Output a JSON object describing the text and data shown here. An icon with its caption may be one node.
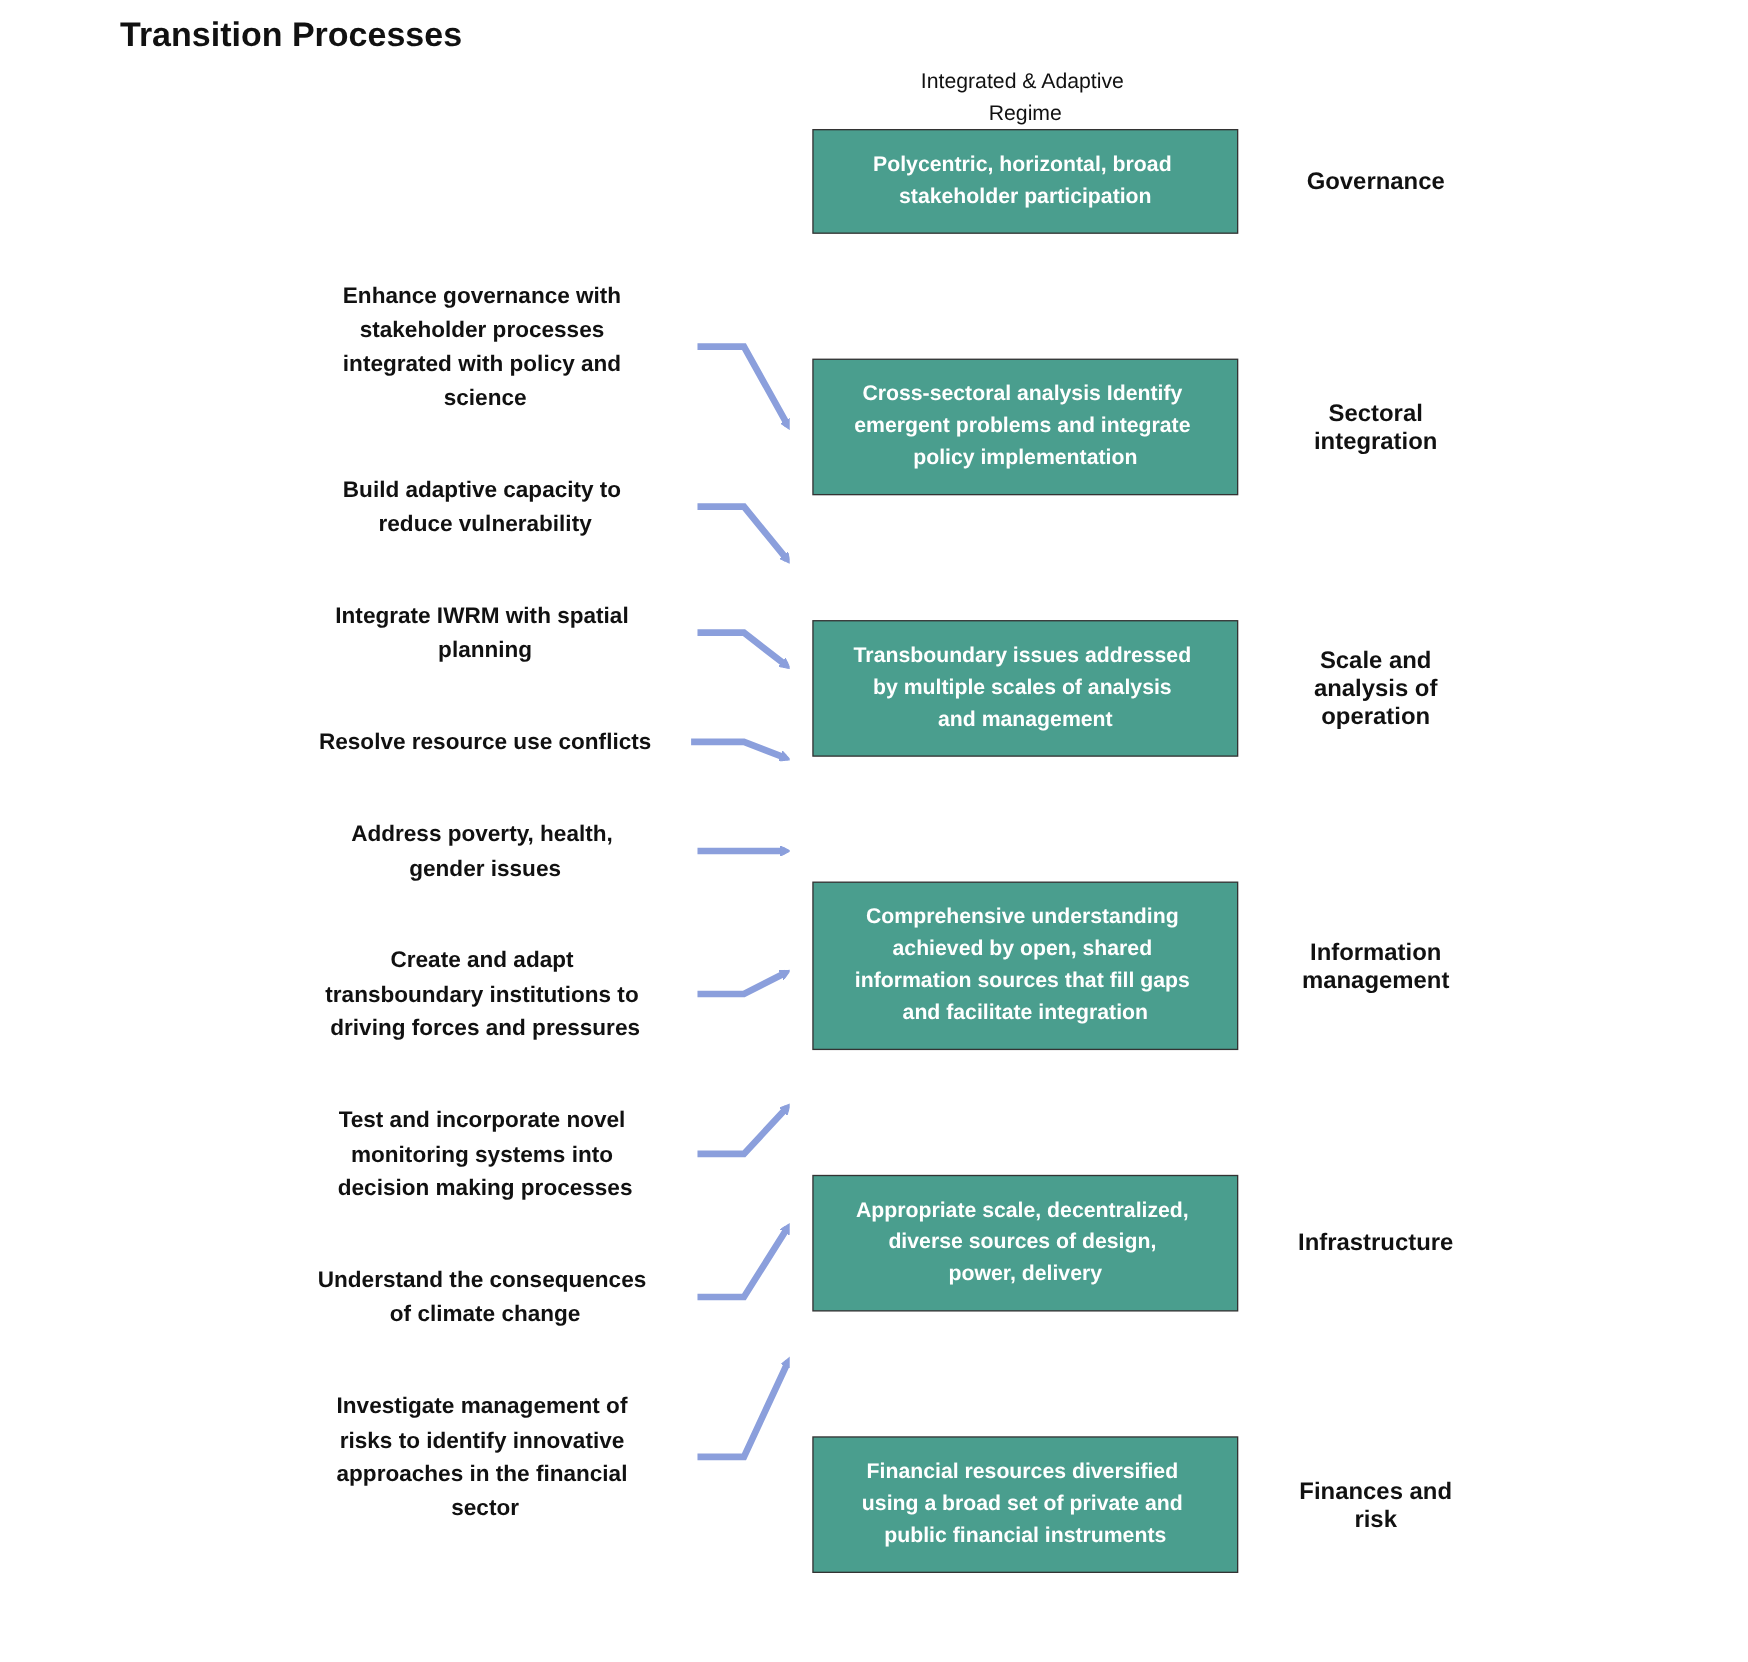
{
  "diagram": {
    "nodes": [
      {
        "text": [
          "Enhance governance with stakeholder processes integrated with policy and science"
        ]
      },
      {
        "text": [
          "Build adaptive capacity to reduce vulnerability"
        ]
      },
      {
        "text": [
          "Integrate IWRM with spatial planning"
        ]
      },
      {
        "text": [
          "Resolve resource use conflicts"
        ]
      },
      {
        "text": [
          "Address poverty, health, gender issues"
        ]
      },
      {
        "text": [
          "Create and adapt transboundary institutions to driving forces and pressures"
        ]
      },
      {
        "text": [
          "Test and incorporate novel monitoring systems into decision making processes"
        ]
      },
      {
        "text": [
          "Understand the consequences of climate change"
        ]
      },
      {
        "text": [
          "Investigate management of risks to identify innovative approaches in the financial sector"
        ]
      },
      {
        "text": [
          "Integrated & Adaptive Regime"
        ]
      },
      {
        "text": [
          "Polycentric, horizontal, broad stakeholder participation"
        ],
        "in": 9,
        "beside": [
          "Governance"
        ]
      },
      {
        "text": [
          "Cross-sectoral analysis Identify emergent problems and integrate policy implementation"
        ],
        "in": 9,
        "beside": [
          "Sectoral integration"
        ]
      },
      {
        "text": [
          "Transboundary issues addressed by multiple scales of analysis and management"
        ],
        "in": 9,
        "beside": [
          "Scale and analysis of operation"
        ]
      },
      {
        "text": [
          "Comprehensive understanding achieved by open, shared information sources that fill gaps and facilitate integration"
        ],
        "in": 9,
        "beside": [
          "Information management"
        ]
      },
      {
        "text": [
          "Appropriate scale, decentralized, diverse sources of design, power, delivery"
        ],
        "in": 9,
        "beside": [
          "Infrastructure"
        ]
      },
      {
        "text": [
          "Financial resources diversified using a broad set of private and public financial instruments"
        ],
        "in": 9,
        "beside": [
          "Finances and risk"
        ]
      }
    ],
    "edges": [
      {
        "from": 0,
        "to": 9,
        "arrow": "to"
      },
      {
        "from": 1,
        "to": 9,
        "arrow": "to"
      },
      {
        "from": 2,
        "to": 9,
        "arrow": "to"
      },
      {
        "from": 3,
        "to": 9,
        "arrow": "to"
      },
      {
        "from": 4,
        "to": 9,
        "arrow": "to"
      },
      {
        "from": 5,
        "to": 9,
        "arrow": "to"
      },
      {
        "from": 6,
        "to": 9,
        "arrow": "to"
      },
      {
        "from": 7,
        "to": 9,
        "arrow": "to"
      },
      {
        "from": 8,
        "to": 9,
        "arrow": "to"
      }
    ],
    "labels": [
      "Transition Processes"
    ]
  }
}
